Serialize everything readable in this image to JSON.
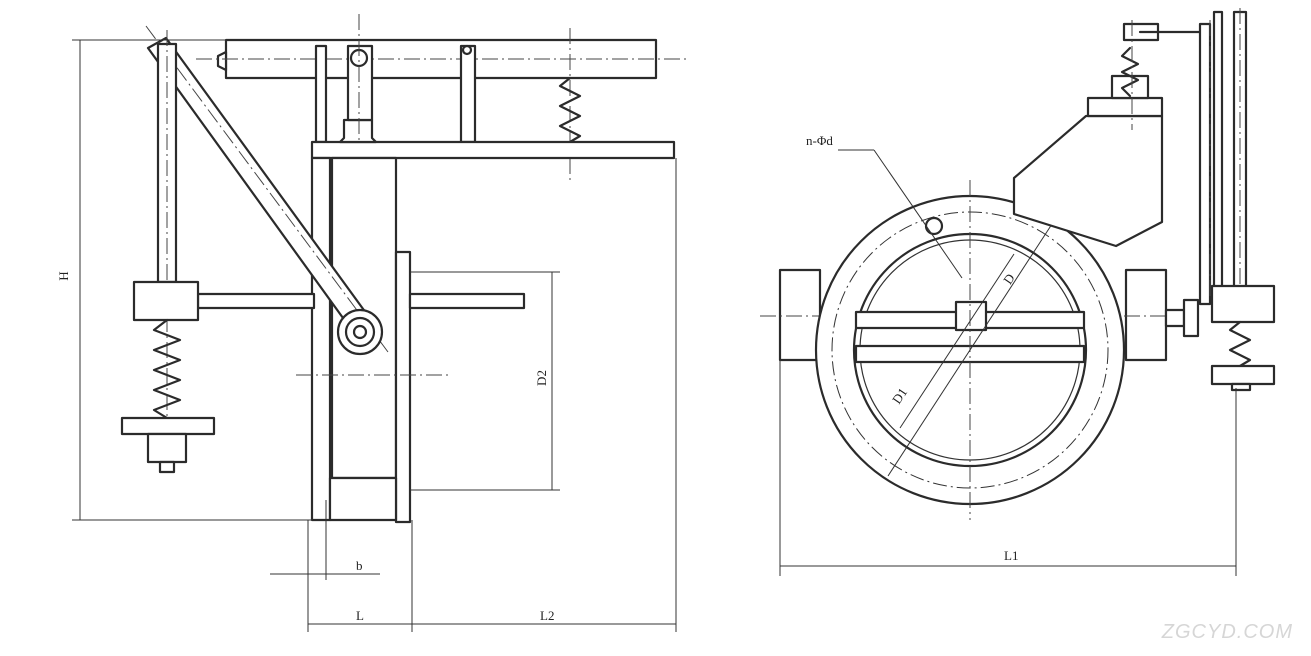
{
  "diagram": {
    "left_view": {
      "labels": {
        "H": "H",
        "D2": "D2",
        "b": "b",
        "L": "L",
        "L2": "L2"
      }
    },
    "right_view": {
      "labels": {
        "holes": "n-Φd",
        "D": "D",
        "D1": "D1",
        "L1": "L1"
      }
    }
  },
  "watermark": "ZGCYD.COM"
}
